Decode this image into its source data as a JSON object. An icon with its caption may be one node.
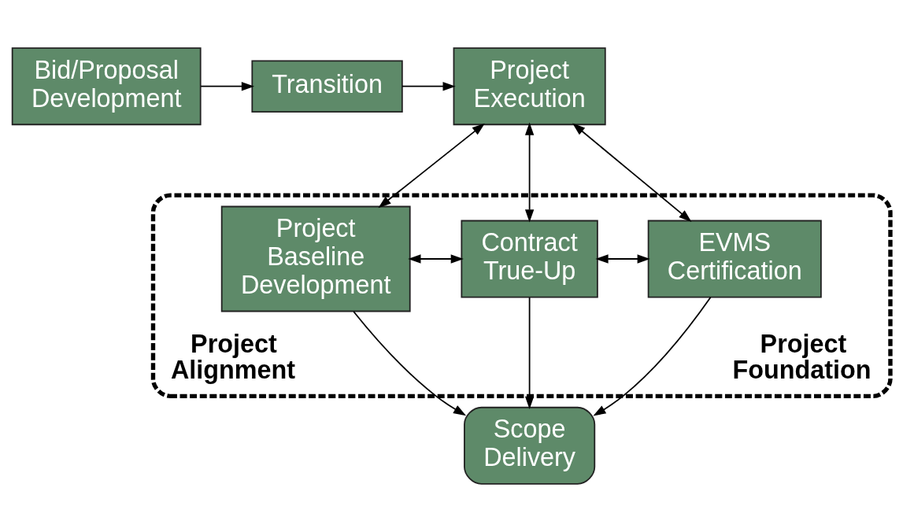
{
  "diagram": {
    "nodes": [
      {
        "text": [
          "Bid/Proposal Development"
        ]
      },
      {
        "text": [
          "Transition"
        ]
      },
      {
        "text": [
          "Project Execution"
        ]
      },
      {
        "text": [
          "Project Alignment",
          "Project Foundation"
        ]
      },
      {
        "text": [
          "Project Baseline Development"
        ],
        "in": 3
      },
      {
        "text": [
          "Contract True-Up"
        ],
        "in": 3
      },
      {
        "text": [
          "EVMS Certification"
        ],
        "in": 3
      },
      {
        "text": [
          "Scope Delivery"
        ]
      }
    ],
    "edges": [
      {
        "from": 0,
        "to": 1,
        "arrow": "to"
      },
      {
        "from": 1,
        "to": 2,
        "arrow": "to"
      },
      {
        "from": 2,
        "to": 4,
        "arrow": "both"
      },
      {
        "from": 2,
        "to": 5,
        "arrow": "both"
      },
      {
        "from": 2,
        "to": 6,
        "arrow": "both"
      },
      {
        "from": 4,
        "to": 5,
        "arrow": "both"
      },
      {
        "from": 5,
        "to": 6,
        "arrow": "both"
      },
      {
        "from": 4,
        "to": 7,
        "arrow": "to"
      },
      {
        "from": 5,
        "to": 7,
        "arrow": "to"
      },
      {
        "from": 6,
        "to": 7,
        "arrow": "to"
      }
    ]
  }
}
